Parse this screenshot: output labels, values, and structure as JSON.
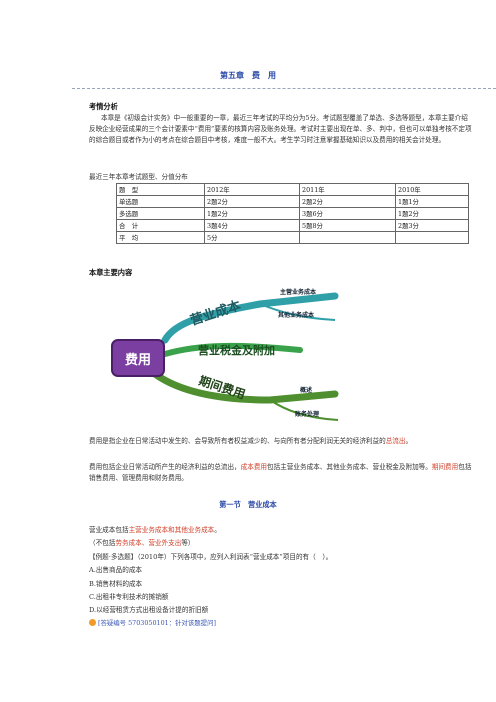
{
  "chapter_title": "第五章　费　用",
  "analysis": {
    "heading": "考情分析",
    "paragraph": "本章是《初级会计实务》中一般重要的一章，最近三年考试的平均分为5分。考试题型覆盖了单选、多选等题型，本章主要介绍反映企业经营成果的三个会计要素中“费用”要素的核算内容及账务处理。考试时主要出现在单、多、判中，但也可以单独考核不定项的综合题目或者作为小的考点在综合题目中考核，难度一般不大。考生学习时注意掌握基础知识以及费用的相关会计处理。",
    "table_caption": "最近三年本章考试题型、分值分布",
    "table": {
      "header": [
        "题　型",
        "2012年",
        "2011年",
        "2010年"
      ],
      "rows": [
        [
          "单选题",
          "2题2分",
          "2题2分",
          "1题1分"
        ],
        [
          "多选题",
          "1题2分",
          "3题6分",
          "1题2分"
        ],
        [
          "合　计",
          "3题4分",
          "5题8分",
          "2题3分"
        ],
        [
          "平　均",
          "5分",
          "",
          ""
        ]
      ]
    }
  },
  "main_content": {
    "heading": "本章主要内容",
    "mindmap": {
      "center": "费用",
      "branches": [
        "营业成本",
        "营业税金及附加",
        "期间费用"
      ],
      "sub_cost": [
        "主营业务成本",
        "其他业务成本"
      ],
      "sub_period": [
        "概述",
        "账务处理"
      ]
    }
  },
  "definition": {
    "p1_a": "费用是指企业在日常活动中发生的、会导致所有者权益减少的、与向所有者分配利润无关的经济利益的",
    "p1_red": "总流出",
    "p1_b": "。",
    "p2_a": "费用包括企业日常活动所产生的经济利益的总流出，",
    "p2_red1": "成本费用",
    "p2_b": "包括主营业务成本、其他业务成本、营业税金及附加等。",
    "p2_red2": "期间费用",
    "p2_c": "包括销售费用、管理费用和财务费用。"
  },
  "section1": {
    "title": "第一节　营业成本",
    "line1_a": "营业成本包括",
    "line1_red": "主营业务成本和其他业务成本",
    "line1_b": "。",
    "line2_a": "（不包括",
    "line2_red": "劳务成本、营业外支出",
    "line2_b": "等）",
    "example": "【例题·多选题】（2010年）下列各项中，应列入利润表“营业成本”项目的有（　）。",
    "options": [
      "A.出售商品的成本",
      "B.销售材料的成本",
      "C.出租非专利技术的摊销额",
      "D.以经营租赁方式出租设备计提的折旧额"
    ],
    "question_link": "[答疑编号 5703050101：针对该题提问]"
  },
  "colors": {
    "title_blue": "#2a49a8",
    "accent_red": "#d0402a",
    "center_purple": "#7a3fa0",
    "branch_cost": "#2f9fa8",
    "branch_tax": "#3aa24a",
    "branch_period": "#4f8f2f",
    "link_blue": "#3b58b5"
  }
}
